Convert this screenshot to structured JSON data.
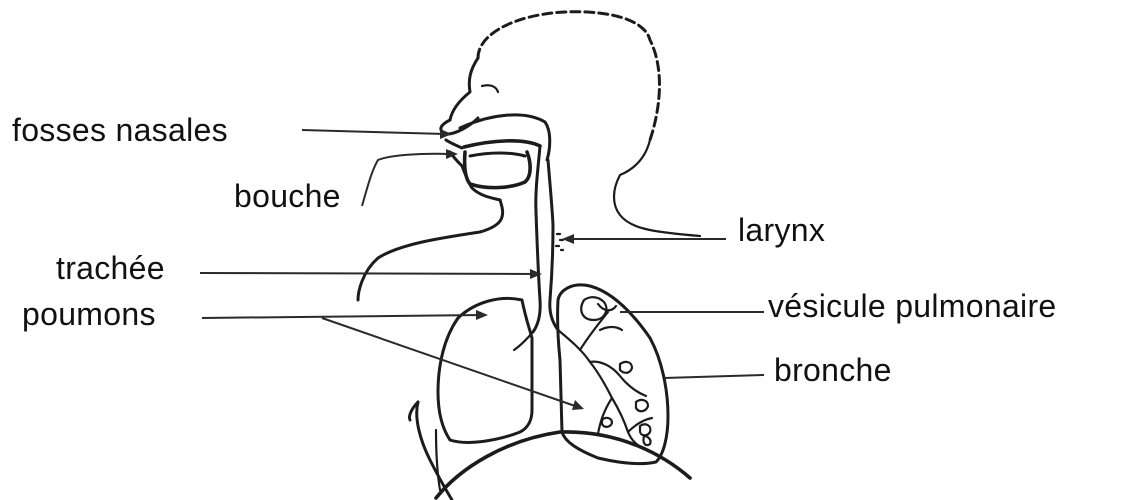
{
  "labels": {
    "fosses_nasales": "fosses nasales",
    "bouche": "bouche",
    "larynx": "larynx",
    "trachee": "trachée",
    "poumons": "poumons",
    "vesicule_pulmonaire": "vésicule pulmonaire",
    "bronche": "bronche"
  },
  "colors": {
    "background": "#ffffff",
    "ink": "#1c1c1c"
  }
}
